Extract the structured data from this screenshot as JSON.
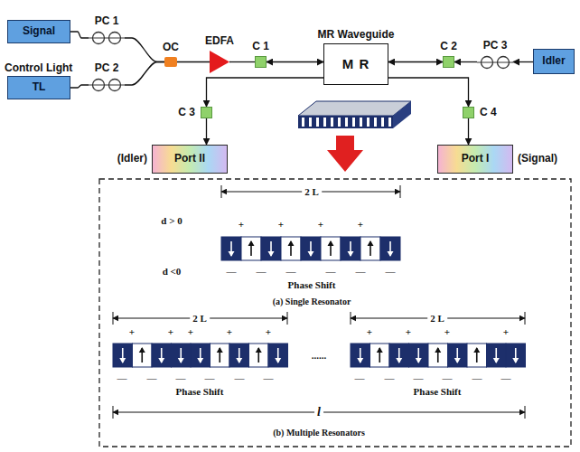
{
  "diagram": {
    "nodes": [
      {
        "text": [
          "Signal"
        ]
      },
      {
        "text": [
          "Control Light",
          "TL"
        ]
      },
      {
        "text": [
          "PC 1"
        ]
      },
      {
        "text": [
          "PC 2"
        ]
      },
      {
        "text": [
          "OC"
        ]
      },
      {
        "text": [
          "EDFA"
        ]
      },
      {
        "text": [
          "C 1"
        ]
      },
      {
        "text": [
          "MR Waveguide",
          "M R"
        ]
      },
      {
        "text": [
          "C 2"
        ]
      },
      {
        "text": [
          "PC 3"
        ]
      },
      {
        "text": [
          "Idler"
        ]
      },
      {
        "text": [
          "C 3"
        ]
      },
      {
        "text": [
          "C 4"
        ]
      },
      {
        "text": [
          "(Idler)",
          "Port II"
        ]
      },
      {
        "text": [
          "Port I",
          "(Signal)"
        ]
      }
    ],
    "edges": [
      {
        "from": 0,
        "to": 2,
        "arrow": "none"
      },
      {
        "from": 1,
        "to": 3,
        "arrow": "none"
      },
      {
        "from": 2,
        "to": 4,
        "arrow": "none"
      },
      {
        "from": 3,
        "to": 4,
        "arrow": "none"
      },
      {
        "from": 4,
        "to": 5,
        "arrow": "none"
      },
      {
        "from": 5,
        "to": 6,
        "arrow": "none"
      },
      {
        "from": 6,
        "to": 7,
        "arrow": "both"
      },
      {
        "from": 7,
        "to": 8,
        "arrow": "both"
      },
      {
        "from": 9,
        "to": 8,
        "arrow": "to"
      },
      {
        "from": 10,
        "to": 9,
        "arrow": "to"
      },
      {
        "from": 7,
        "to": 11,
        "arrow": "to"
      },
      {
        "from": 11,
        "to": 13,
        "arrow": "to"
      },
      {
        "from": 7,
        "to": 12,
        "arrow": "to"
      },
      {
        "from": 12,
        "to": 14,
        "arrow": "to"
      }
    ],
    "labels": [
      "2 L",
      "d > 0",
      "d <0",
      "+",
      "+",
      "+",
      "+",
      "—",
      "—",
      "—",
      "—",
      "—",
      "—",
      "Phase Shift",
      "(a) Single Resonator",
      "2 L",
      "2 L",
      "+",
      "+",
      "+",
      "+",
      "+",
      "—",
      "—",
      "—",
      "—",
      "—",
      "—",
      "+",
      "+",
      "+",
      "+",
      "—",
      "—",
      "—",
      "—",
      "—",
      "—",
      "Phase Shift",
      "Phase Shift",
      "......",
      "l",
      "(b) Multiple Resonators"
    ]
  }
}
